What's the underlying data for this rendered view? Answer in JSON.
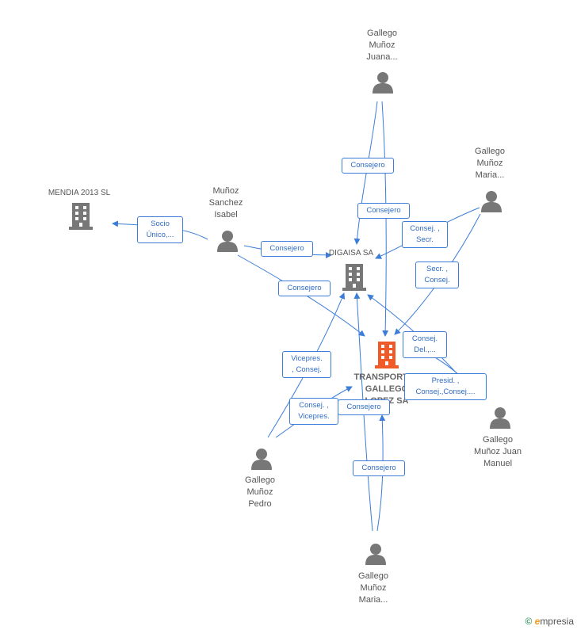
{
  "nodes": {
    "juana": "Gallego\nMuñoz\nJuana...",
    "maria_tr": "Gallego\nMuñoz\nMaria...",
    "mendia": "MENDIA 2013 SL",
    "isabel": "Muñoz\nSanchez\nIsabel",
    "digaisa": "DIGAISA SA",
    "transportes": "TRANSPORTES\nGALLEGO\nLOPEZ SA",
    "juan_manuel": "Gallego\nMuñoz Juan\nManuel",
    "pedro": "Gallego\nMuñoz\nPedro",
    "maria_bottom": "Gallego\nMuñoz\nMaria..."
  },
  "edges": {
    "juana_digaisa": "Consejero",
    "juana_transportes": "Consejero",
    "isabel_mendia": "Socio\nÚnico,...",
    "isabel_digaisa": "Consejero",
    "isabel_transportes": "Consejero",
    "maria_tr_digaisa": "Consej. ,\nSecr.",
    "maria_tr_transportes": "Secr. ,\nConsej.",
    "jm_digaisa": "Consej.\nDel.,...",
    "jm_transportes": "Presid. ,\nConsej.,Consej....",
    "pedro_digaisa": "Vicepres.\n, Consej.",
    "pedro_transportes": "Consej. ,\nVicepres.",
    "mb_digaisa": "Consejero",
    "mb_transportes": "Consejero"
  },
  "colors": {
    "edge": "#3b7dd8",
    "person": "#777777",
    "company": "#777777",
    "company_main": "#f05a28"
  },
  "watermark": {
    "copyright": "©",
    "brand_first": "e",
    "brand_rest": "mpresia"
  }
}
